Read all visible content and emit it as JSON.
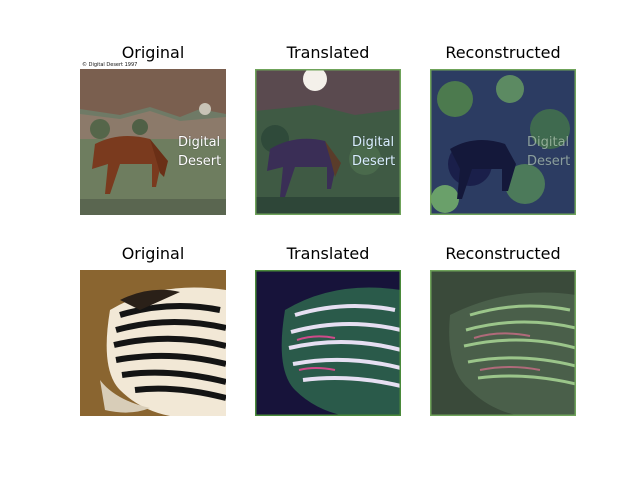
{
  "rows": [
    {
      "panels": [
        {
          "title": "Original",
          "overlay": [
            "Digital",
            "Desert"
          ],
          "credit": "© Digital Desert 1997"
        },
        {
          "title": "Translated",
          "overlay": [
            "Digital",
            "Desert"
          ]
        },
        {
          "title": "Reconstructed",
          "overlay": [
            "Digital",
            "Desert"
          ]
        }
      ]
    },
    {
      "panels": [
        {
          "title": "Original"
        },
        {
          "title": "Translated"
        },
        {
          "title": "Reconstructed"
        }
      ]
    }
  ]
}
